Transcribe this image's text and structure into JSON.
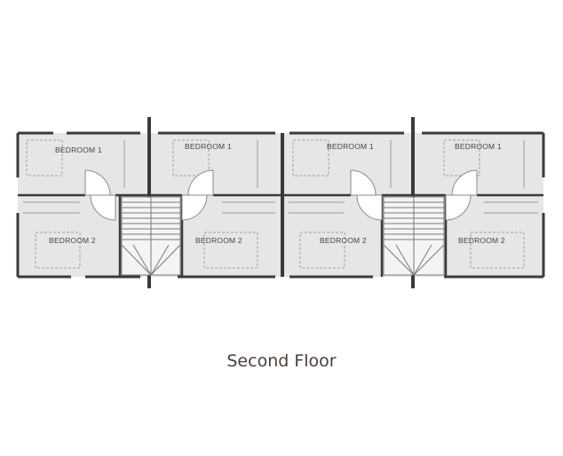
{
  "caption": "Second Floor",
  "units": [
    {
      "bedroom_top": "BEDROOM 1",
      "bedroom_bottom": "BEDROOM 2"
    },
    {
      "bedroom_top": "BEDROOM 1",
      "bedroom_bottom": "BEDROOM 2"
    },
    {
      "bedroom_top": "BEDROOM 1",
      "bedroom_bottom": "BEDROOM 2"
    },
    {
      "bedroom_top": "BEDROOM 1",
      "bedroom_bottom": "BEDROOM 2"
    }
  ],
  "colors": {
    "floor": "#e6e6e6",
    "wall": "#3a3a3a",
    "line": "#9a9a9a",
    "caption": "#4a3f3a"
  }
}
